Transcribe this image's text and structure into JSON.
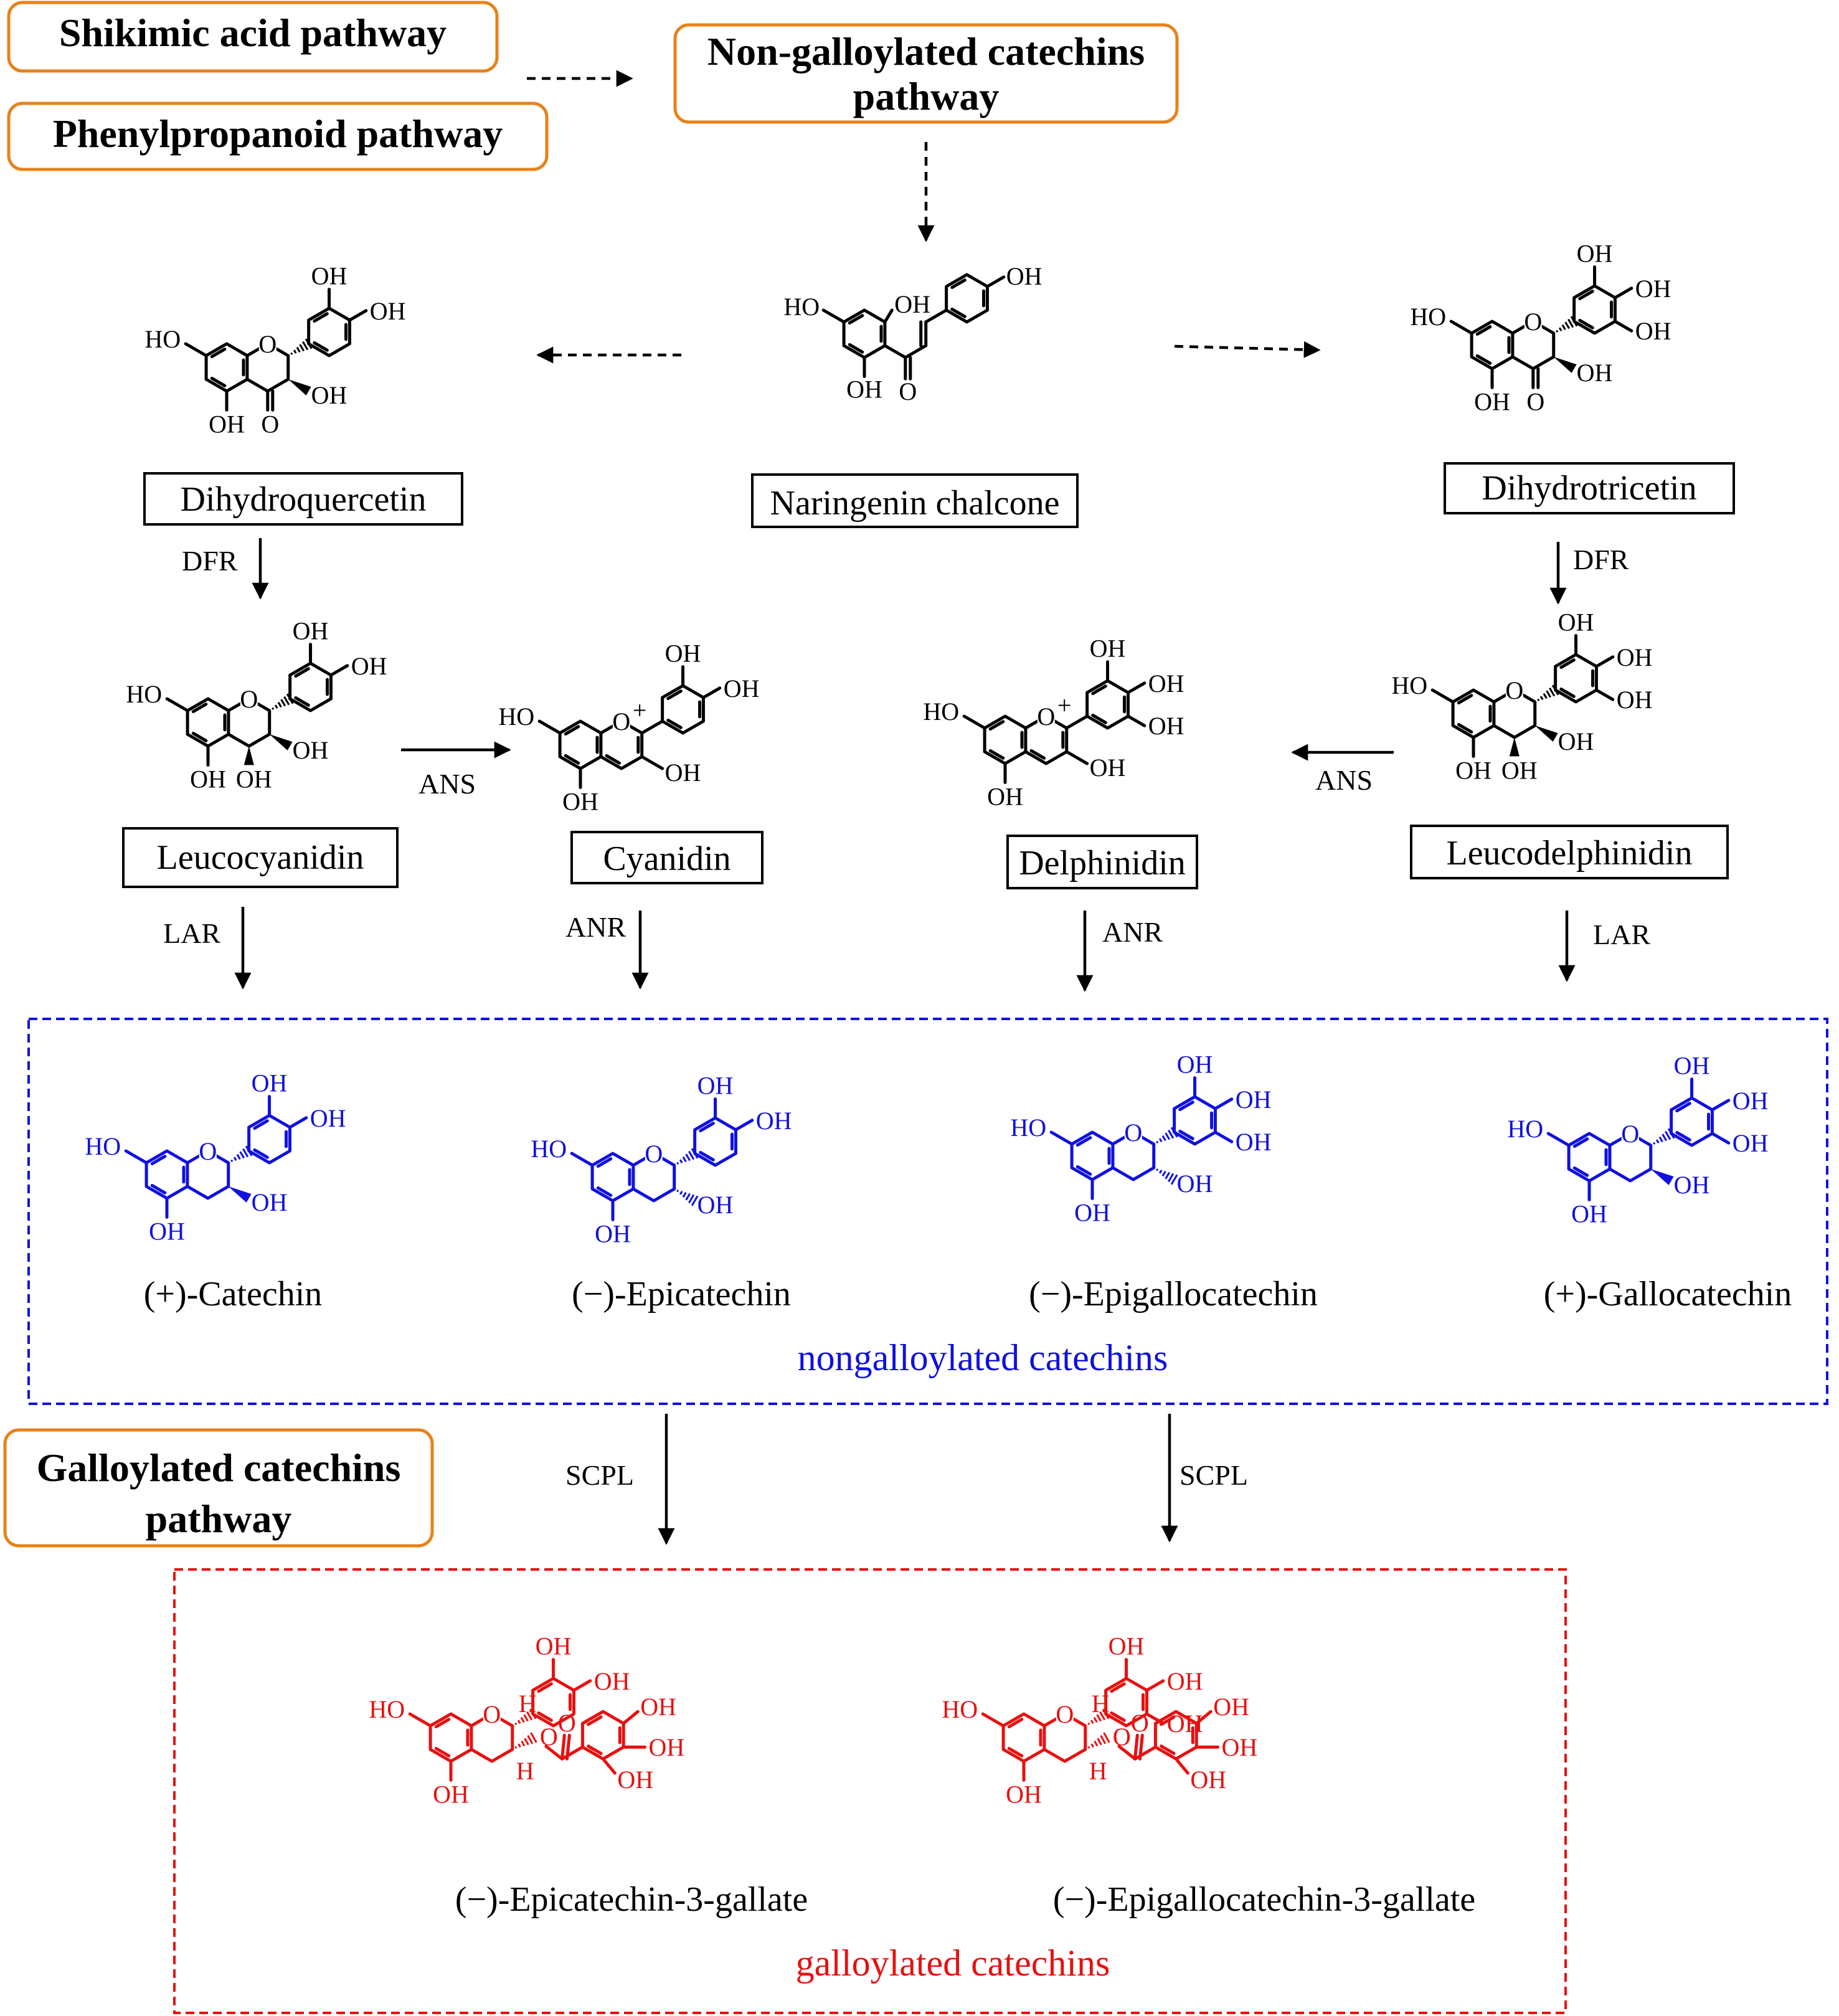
{
  "colors": {
    "pathway_box_border": "#E8821A",
    "nongalloylated": "#1010E0",
    "galloylated": "#E81010",
    "text": "#000000"
  },
  "pathways": {
    "shikimic": "Shikimic acid pathway",
    "phenylpropanoid": "Phenylpropanoid pathway",
    "non_galloylated_line1": "Non-galloylated catechins",
    "non_galloylated_line2": "pathway",
    "galloylated_line1": "Galloylated catechins",
    "galloylated_line2": "pathway"
  },
  "compounds": {
    "naringenin_chalcone": "Naringenin chalcone",
    "dihydroquercetin": "Dihydroquercetin",
    "dihydrotricetin": "Dihydrotricetin",
    "leucocyanidin": "Leucocyanidin",
    "cyanidin": "Cyanidin",
    "delphinidin": "Delphinidin",
    "leucodelphinidin": "Leucodelphinidin",
    "catechin": "(+)-Catechin",
    "epicatechin": "(−)-Epicatechin",
    "epigallocatechin": "(−)-Epigallocatechin",
    "gallocatechin": "(+)-Gallocatechin",
    "ecg": "(−)-Epicatechin-3-gallate",
    "egcg": "(−)-Epigallocatechin-3-gallate"
  },
  "enzymes": {
    "dfr": "DFR",
    "ans": "ANS",
    "lar": "LAR",
    "anr": "ANR",
    "scpl": "SCPL"
  },
  "groups": {
    "nongalloylated": "nongalloylated catechins",
    "galloylated": "galloylated catechins"
  },
  "atom_labels": {
    "oh": "OH",
    "ho": "HO",
    "o": "O",
    "h": "H",
    "o_plus": "O+"
  }
}
